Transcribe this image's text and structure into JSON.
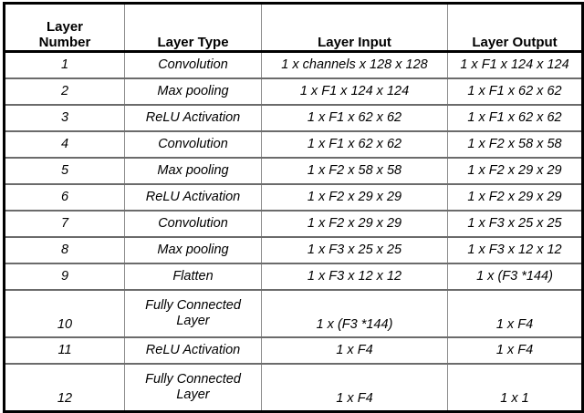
{
  "table": {
    "caption": "",
    "columns": [
      {
        "key": "number",
        "label": "Layer\nNumber",
        "label_line1": "Layer",
        "label_line2": "Number"
      },
      {
        "key": "type",
        "label": "Layer Type"
      },
      {
        "key": "input",
        "label": "Layer Input"
      },
      {
        "key": "output",
        "label": "Layer Output"
      }
    ],
    "rows": [
      {
        "number": "1",
        "type": "Convolution",
        "input": "1 x channels x 128 x 128",
        "output": "1 x F1 x 124 x 124",
        "tall": false
      },
      {
        "number": "2",
        "type": "Max pooling",
        "input": "1 x F1 x 124 x 124",
        "output": "1 x F1 x 62 x 62",
        "tall": false
      },
      {
        "number": "3",
        "type": "ReLU Activation",
        "input": "1 x F1 x 62 x 62",
        "output": "1 x F1 x 62 x 62",
        "tall": false
      },
      {
        "number": "4",
        "type": "Convolution",
        "input": "1 x F1 x 62 x 62",
        "output": "1 x F2 x 58 x 58",
        "tall": false
      },
      {
        "number": "5",
        "type": "Max pooling",
        "input": "1 x F2 x 58 x 58",
        "output": "1 x F2 x 29 x 29",
        "tall": false
      },
      {
        "number": "6",
        "type": "ReLU Activation",
        "input": "1 x F2 x 29 x 29",
        "output": "1 x F2 x 29 x 29",
        "tall": false
      },
      {
        "number": "7",
        "type": "Convolution",
        "input": "1 x F2 x 29 x 29",
        "output": "1 x F3 x 25 x 25",
        "tall": false
      },
      {
        "number": "8",
        "type": "Max pooling",
        "input": "1 x F3 x 25 x 25",
        "output": "1 x F3 x 12 x 12",
        "tall": false
      },
      {
        "number": "9",
        "type": "Flatten",
        "input": "1 x F3 x 12 x 12",
        "output": "1 x (F3 *144)",
        "tall": false
      },
      {
        "number": "10",
        "type": "Fully Connected Layer",
        "input": "1 x (F3 *144)",
        "output": "1 x F4",
        "tall": true
      },
      {
        "number": "11",
        "type": "ReLU Activation",
        "input": "1 x F4",
        "output": "1 x F4",
        "tall": false
      },
      {
        "number": "12",
        "type": "Fully Connected Layer",
        "input": "1 x F4",
        "output": "1 x 1",
        "tall": true
      }
    ]
  },
  "style": {
    "border_color": "#000000",
    "gridline_color": "#6b6b6b",
    "text_color": "#000000",
    "background": "#ffffff"
  }
}
